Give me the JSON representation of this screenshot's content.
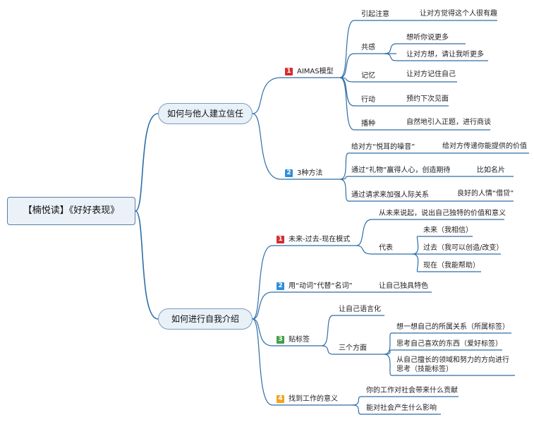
{
  "root": "【楠悦读】《好好表现》",
  "branches": [
    {
      "label": "如何与他人建立信任",
      "children": [
        {
          "label": "AIMAS模型",
          "num": "1",
          "badge_color": "#d32f2f",
          "children": [
            {
              "label": "引起注意",
              "children": [
                "让对方觉得这个人很有趣"
              ]
            },
            {
              "label": "共感",
              "children": [
                "想听你说更多",
                "让对方想，请让我听更多"
              ]
            },
            {
              "label": "记忆",
              "children": [
                "让对方记住自己"
              ]
            },
            {
              "label": "行动",
              "children": [
                "预约下次见面"
              ]
            },
            {
              "label": "播种",
              "children": [
                "自然地引入正题，进行商谈"
              ]
            }
          ]
        },
        {
          "label": "3种方法",
          "num": "2",
          "badge_color": "#2d8fdb",
          "children": [
            {
              "label": "给对方“悦耳的噪音”",
              "children": [
                "给对方传递你能提供的价值"
              ]
            },
            {
              "label": "通过“礼物”赢得人心，创造期待",
              "children": [
                "比如名片"
              ]
            },
            {
              "label": "通过请求来加强人际关系",
              "children": [
                "良好的人情“借贷”"
              ]
            }
          ]
        }
      ]
    },
    {
      "label": "如何进行自我介绍",
      "children": [
        {
          "label": "未来-过去-现在模式",
          "num": "1",
          "badge_color": "#d32f2f",
          "children": [
            {
              "label": "从未来说起，说出自己独特的价值和意义",
              "children": []
            },
            {
              "label": "代表",
              "children": [
                "未来（我相信）",
                "过去（我可以创造/改变）",
                "现在（我能帮助）"
              ]
            }
          ]
        },
        {
          "label": "用“动词”代替“名词”",
          "num": "2",
          "badge_color": "#2d8fdb",
          "children": [
            {
              "label": "让自己独具特色",
              "children": []
            }
          ]
        },
        {
          "label": "贴标签",
          "num": "3",
          "badge_color": "#43a047",
          "children": [
            {
              "label": "让自己语言化",
              "children": []
            },
            {
              "label": "三个方面",
              "children": [
                "想一想自己的所属关系（所属标签）",
                "思考自己喜欢的东西（爱好标签）",
                "从自己擅长的领域和努力的方向进行思考（技能标签）"
              ]
            }
          ]
        },
        {
          "label": "找到工作的意义",
          "num": "4",
          "badge_color": "#f2a51a",
          "children": [
            {
              "label": "你的工作对社会带来什么贡献",
              "children": []
            },
            {
              "label": "能对社会产生什么影响",
              "children": []
            }
          ]
        }
      ]
    }
  ],
  "colors": {
    "line": "#2e6ea8",
    "root_border": "#5d7fa0",
    "node_fill": "#e8f0f8"
  }
}
